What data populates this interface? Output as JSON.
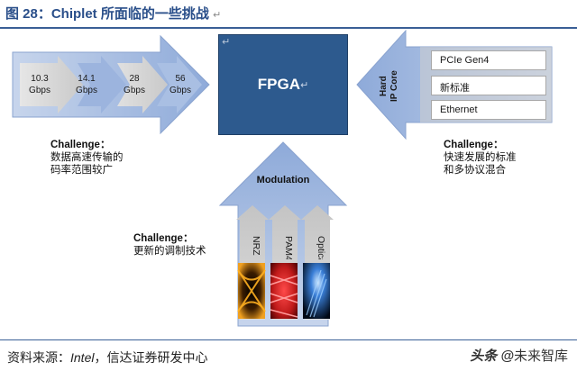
{
  "title": "图 28：Chiplet 所面临的一些挑战",
  "return_mark": "↵",
  "fpga_label": "FPGA",
  "speed_steps": [
    {
      "value": "10.3",
      "unit": "Gbps"
    },
    {
      "value": "14.1",
      "unit": "Gbps"
    },
    {
      "value": "28",
      "unit": "Gbps"
    },
    {
      "value": "56",
      "unit": "Gbps"
    }
  ],
  "hard_ip": {
    "line1": "Hard",
    "line2": "IP Core"
  },
  "ip_standards": [
    "PCIe Gen4",
    "新标准",
    "Ethernet"
  ],
  "modulation": {
    "label": "Modulation",
    "schemes": [
      "NRZ",
      "PAM4",
      "Optical"
    ]
  },
  "challenges": [
    {
      "head": "Challenge：",
      "lines": [
        "数据高速传输的",
        "码率范围较广"
      ]
    },
    {
      "head": "Challenge：",
      "lines": [
        "快速发展的标准",
        "和多协议混合"
      ]
    },
    {
      "head": "Challenge：",
      "lines": [
        "更新的调制技术"
      ]
    }
  ],
  "footer": {
    "prefix": "资料来源：",
    "source_italic": "Intel",
    "suffix": "，信达证券研发中心"
  },
  "watermark": {
    "prefix": "头条 @",
    "name": "未来智库"
  },
  "colors": {
    "arrow_fill": "#9cb4de",
    "arrow_fill_light": "#c7d5ec",
    "step_arrow": "#d8d8d8",
    "fpga_box": "#2d5a8e",
    "title_blue": "#2a4f8a"
  }
}
